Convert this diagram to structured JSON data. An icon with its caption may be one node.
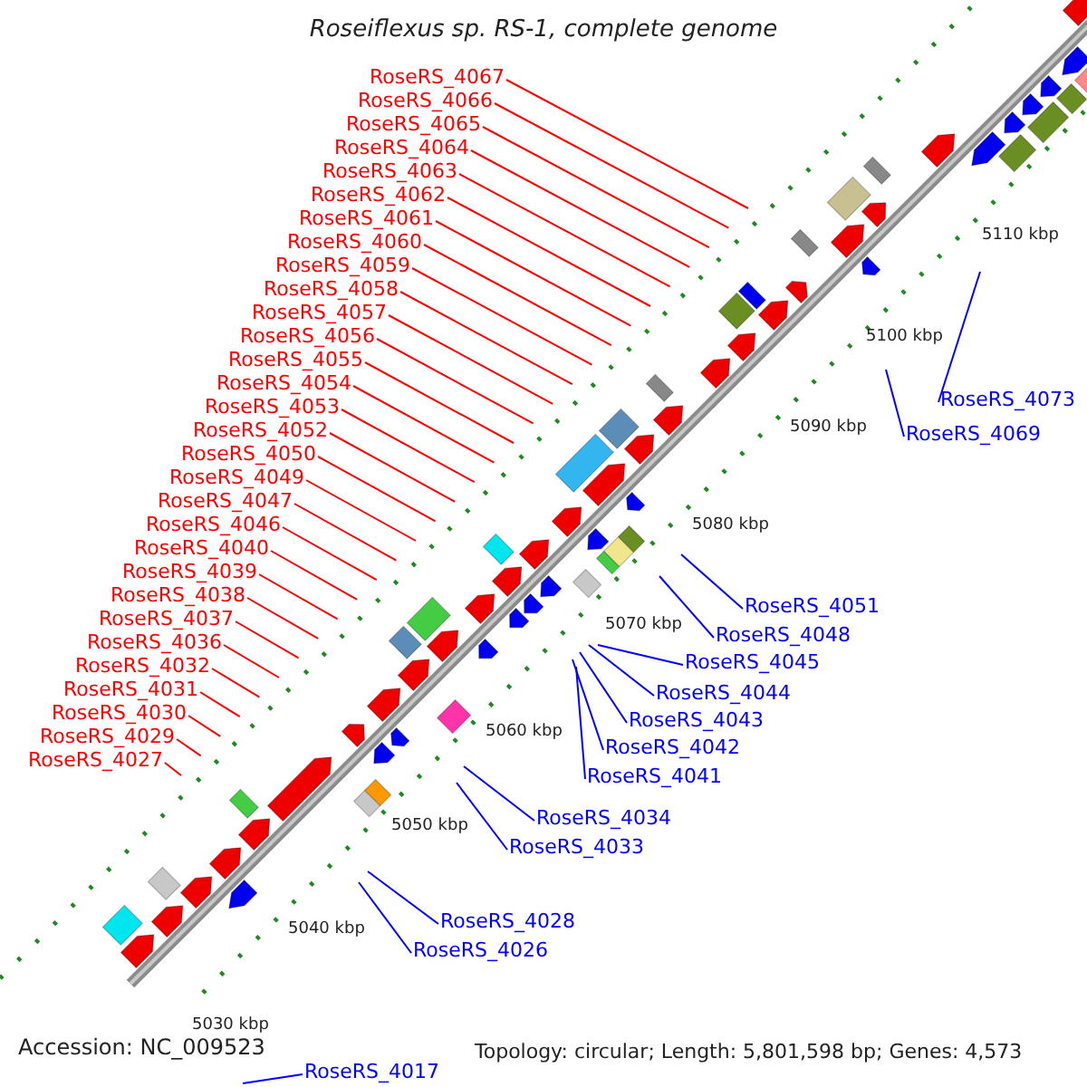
{
  "diagram": {
    "title": "Roseiflexus sp. RS-1, complete genome",
    "nodes": [
      {
        "text": [
          "RoseRS_4067"
        ]
      },
      {
        "text": [
          "RoseRS_4066"
        ]
      },
      {
        "text": [
          "RoseRS_4065"
        ]
      },
      {
        "text": [
          "RoseRS_4064"
        ]
      },
      {
        "text": [
          "RoseRS_4063"
        ]
      },
      {
        "text": [
          "RoseRS_4062"
        ]
      },
      {
        "text": [
          "RoseRS_4061"
        ]
      },
      {
        "text": [
          "RoseRS_4060"
        ]
      },
      {
        "text": [
          "RoseRS_4059"
        ]
      },
      {
        "text": [
          "RoseRS_4058"
        ]
      },
      {
        "text": [
          "RoseRS_4057"
        ]
      },
      {
        "text": [
          "RoseRS_4056"
        ]
      },
      {
        "text": [
          "RoseRS_4055"
        ]
      },
      {
        "text": [
          "RoseRS_4054"
        ]
      },
      {
        "text": [
          "RoseRS_4073"
        ]
      },
      {
        "text": [
          "RoseRS_4053"
        ]
      },
      {
        "text": [
          "RoseRS_4069"
        ]
      },
      {
        "text": [
          "RoseRS_4052"
        ]
      },
      {
        "text": [
          "RoseRS_4050"
        ]
      },
      {
        "text": [
          "RoseRS_4049"
        ]
      },
      {
        "text": [
          "RoseRS_4047"
        ]
      },
      {
        "text": [
          "RoseRS_4046"
        ]
      },
      {
        "text": [
          "RoseRS_4040"
        ]
      },
      {
        "text": [
          "RoseRS_4039"
        ]
      },
      {
        "text": [
          "RoseRS_4038"
        ]
      },
      {
        "text": [
          "RoseRS_4051"
        ]
      },
      {
        "text": [
          "RoseRS_4037"
        ]
      },
      {
        "text": [
          "RoseRS_4048"
        ]
      },
      {
        "text": [
          "RoseRS_4036"
        ]
      },
      {
        "text": [
          "RoseRS_4045"
        ]
      },
      {
        "text": [
          "RoseRS_4032"
        ]
      },
      {
        "text": [
          "RoseRS_4031"
        ]
      },
      {
        "text": [
          "RoseRS_4044"
        ]
      },
      {
        "text": [
          "RoseRS_4030"
        ]
      },
      {
        "text": [
          "RoseRS_4043"
        ]
      },
      {
        "text": [
          "RoseRS_4029"
        ]
      },
      {
        "text": [
          "RoseRS_4042"
        ]
      },
      {
        "text": [
          "RoseRS_4027"
        ]
      },
      {
        "text": [
          "RoseRS_4041"
        ]
      },
      {
        "text": [
          "RoseRS_4034"
        ]
      },
      {
        "text": [
          "RoseRS_4033"
        ]
      },
      {
        "text": [
          "RoseRS_4028"
        ]
      },
      {
        "text": [
          "RoseRS_4026"
        ]
      },
      {
        "text": [
          "RoseRS_4017"
        ]
      }
    ],
    "edges": [
      {
        "from": 0,
        "to": null,
        "arrow": "none"
      },
      {
        "from": 1,
        "to": null,
        "arrow": "none"
      },
      {
        "from": 2,
        "to": null,
        "arrow": "none"
      },
      {
        "from": 3,
        "to": null,
        "arrow": "none"
      },
      {
        "from": 4,
        "to": null,
        "arrow": "none"
      },
      {
        "from": 5,
        "to": null,
        "arrow": "none"
      },
      {
        "from": 6,
        "to": null,
        "arrow": "none"
      },
      {
        "from": 7,
        "to": null,
        "arrow": "none"
      },
      {
        "from": 8,
        "to": null,
        "arrow": "none"
      },
      {
        "from": 9,
        "to": null,
        "arrow": "none"
      },
      {
        "from": 10,
        "to": null,
        "arrow": "none"
      },
      {
        "from": 11,
        "to": null,
        "arrow": "none"
      },
      {
        "from": 12,
        "to": null,
        "arrow": "none"
      },
      {
        "from": 13,
        "to": null,
        "arrow": "none"
      },
      {
        "from": 14,
        "to": null,
        "arrow": "none",
        "color": "#0000ff"
      },
      {
        "from": 15,
        "to": null,
        "arrow": "none"
      },
      {
        "from": 16,
        "to": null,
        "arrow": "none",
        "color": "#0000ff"
      },
      {
        "from": 17,
        "to": null,
        "arrow": "none"
      },
      {
        "from": 18,
        "to": null,
        "arrow": "none"
      },
      {
        "from": 19,
        "to": null,
        "arrow": "none"
      },
      {
        "from": 20,
        "to": null,
        "arrow": "none"
      },
      {
        "from": 21,
        "to": null,
        "arrow": "none"
      },
      {
        "from": 22,
        "to": null,
        "arrow": "none"
      },
      {
        "from": 23,
        "to": null,
        "arrow": "none"
      },
      {
        "from": 24,
        "to": null,
        "arrow": "none"
      },
      {
        "from": 25,
        "to": null,
        "arrow": "none",
        "color": "#0000ff"
      },
      {
        "from": 26,
        "to": null,
        "arrow": "none"
      },
      {
        "from": 27,
        "to": null,
        "arrow": "none",
        "color": "#0000ff"
      },
      {
        "from": 28,
        "to": null,
        "arrow": "none"
      },
      {
        "from": 29,
        "to": null,
        "arrow": "none",
        "color": "#0000ff"
      },
      {
        "from": 30,
        "to": null,
        "arrow": "none"
      },
      {
        "from": 31,
        "to": null,
        "arrow": "none"
      },
      {
        "from": 32,
        "to": null,
        "arrow": "none",
        "color": "#0000ff"
      },
      {
        "from": 33,
        "to": null,
        "arrow": "none"
      },
      {
        "from": 34,
        "to": null,
        "arrow": "none",
        "color": "#0000ff"
      },
      {
        "from": 35,
        "to": null,
        "arrow": "none"
      },
      {
        "from": 36,
        "to": null,
        "arrow": "none",
        "color": "#0000ff"
      },
      {
        "from": 37,
        "to": null,
        "arrow": "none"
      },
      {
        "from": 38,
        "to": null,
        "arrow": "none",
        "color": "#0000ff"
      },
      {
        "from": 39,
        "to": null,
        "arrow": "none",
        "color": "#0000ff"
      },
      {
        "from": 40,
        "to": null,
        "arrow": "none",
        "color": "#0000ff"
      },
      {
        "from": 41,
        "to": null,
        "arrow": "none",
        "color": "#0000ff"
      },
      {
        "from": 42,
        "to": null,
        "arrow": "none",
        "color": "#0000ff"
      },
      {
        "from": 43,
        "to": null,
        "arrow": "none",
        "color": "#0000ff"
      }
    ],
    "labels": [
      "5110 kbp",
      "5100 kbp",
      "5090 kbp",
      "5080 kbp",
      "5070 kbp",
      "5060 kbp",
      "5050 kbp",
      "5040 kbp",
      "5030 kbp",
      "Accession: NC_009523",
      "Topology: circular; Length: 5,801,598 bp; Genes: 4,573"
    ]
  }
}
